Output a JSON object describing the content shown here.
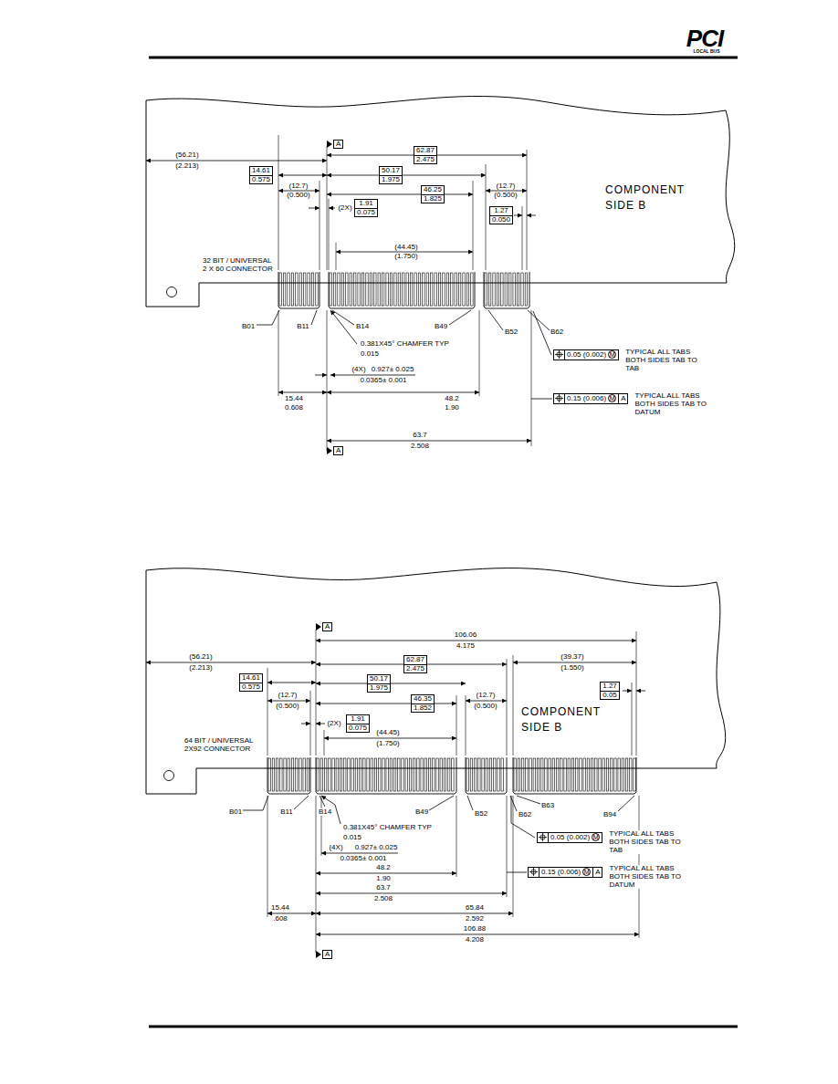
{
  "diagram": {
    "nodes": [
      {
        "text": [
          "A"
        ]
      },
      {
        "text": [
          "62.87",
          "2.475"
        ]
      },
      {
        "text": [
          "14.61",
          "0.575"
        ]
      },
      {
        "text": [
          "50.17",
          "1.975"
        ]
      },
      {
        "text": [
          "46.25",
          "1.825"
        ]
      },
      {
        "text": [
          "1.91",
          "0.075"
        ]
      },
      {
        "text": [
          "1.27",
          "0.050"
        ]
      },
      {
        "text": [
          "0.05 (0.002)",
          "M"
        ]
      },
      {
        "text": [
          "0.15 (0.006)",
          "M",
          "A"
        ]
      },
      {
        "text": [
          "A"
        ]
      },
      {
        "text": [
          "A"
        ]
      },
      {
        "text": [
          "62.87",
          "2.475"
        ]
      },
      {
        "text": [
          "14.61",
          "0.575"
        ]
      },
      {
        "text": [
          "50.17",
          "1.975"
        ]
      },
      {
        "text": [
          "46.35",
          "1.852"
        ]
      },
      {
        "text": [
          "1.27",
          "0.05"
        ]
      },
      {
        "text": [
          "1.91",
          "0.075"
        ]
      },
      {
        "text": [
          "0.05 (0.002)",
          "M"
        ]
      },
      {
        "text": [
          "0.15 (0.006)",
          "M",
          "A"
        ]
      },
      {
        "text": [
          "A"
        ]
      }
    ],
    "labels": [
      "PCI",
      "LOCAL BUS",
      "(56.21)",
      "(2.213)",
      "(12.7)",
      "(0.500)",
      "(12.7)",
      "(0.500)",
      "(2X)",
      "COMPONENT SIDE B",
      "(44.45)",
      "(1.750)",
      "32 BIT / UNIVERSAL 2 X 60 CONNECTOR",
      "B01",
      "B11",
      "B14",
      "B49",
      "B52",
      "B62",
      "0.381X45° CHAMFER TYP",
      "0.015",
      "TYPICAL ALL TABS BOTH SIDES TAB TO TAB",
      "(4X)",
      "0.927± 0.025",
      "0.0365± 0.001",
      "TYPICAL ALL TABS BOTH SIDES TAB TO DATUM",
      "15.44",
      "0.608",
      "48.2",
      "1.90",
      "63.7",
      "2.508",
      "106.06",
      "4.175",
      "(56.21)",
      "(2.213)",
      "(39.37)",
      "(1.550)",
      "(12.7)",
      "(0.500)",
      "(12.7)",
      "(0.500)",
      "COMPONENT SIDE B",
      "(2X)",
      "(44.45)",
      "(1.750)",
      "64 BIT / UNIVERSAL 2X92 CONNECTOR",
      "B01",
      "B11",
      "B14",
      "B49",
      "B52",
      "B62",
      "B63",
      "B94",
      "0.381X45° CHAMFER TYP",
      "0.015",
      "TYPICAL ALL TABS BOTH SIDES TAB TO TAB",
      "(4X)",
      "0.927± 0.025",
      "0.0365± 0.001",
      "TYPICAL ALL TABS BOTH SIDES TAB TO DATUM",
      "48.2",
      "1.90",
      "63.7",
      "2.508",
      "15.44",
      ".608",
      "65.84",
      "2.592",
      "106.88",
      "4.208"
    ]
  }
}
